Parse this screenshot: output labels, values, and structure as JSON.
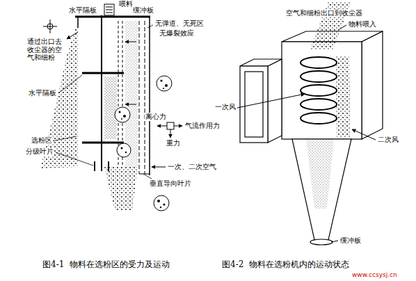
{
  "diagram": {
    "labels": [
      "喂料",
      "水平隔板",
      "缓冲板",
      "通过出口去收尘器的空气和细粉",
      "无弹道、无死区",
      "无爆裂效应",
      "水平隔板",
      "离心力",
      "气流作用力",
      "重力",
      "选粉区",
      "分级叶片",
      "一次、二次空气",
      "垂直导向叶片",
      "空气和细粉出口到收尘器",
      "物料喂入",
      "一次风",
      "二次风",
      "缓冲板",
      "图4-1  物料在选粉区的受力及运动",
      "图4-2  物料在选粉机内的运动状态",
      "www.ccsysj.cn"
    ]
  }
}
